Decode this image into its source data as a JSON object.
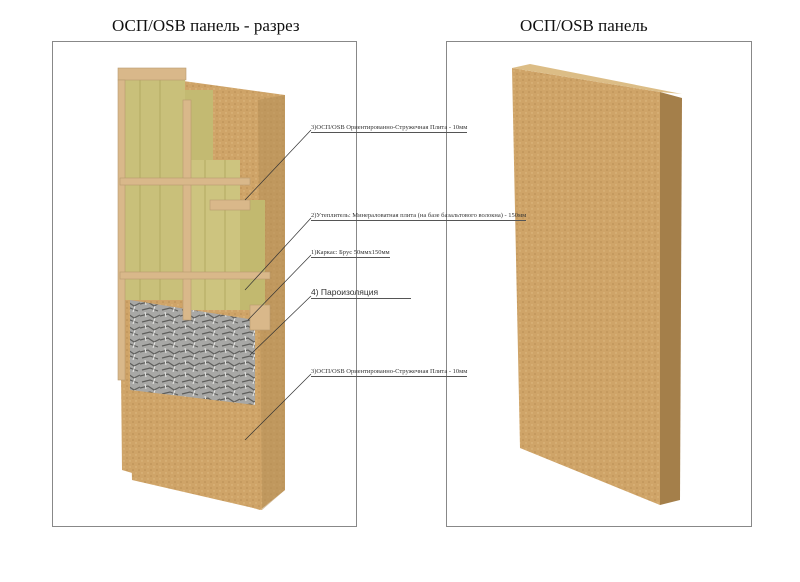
{
  "titles": {
    "left": "ОСП/OSB панель - разрез",
    "right": "ОСП/OSB панель"
  },
  "labels": [
    "3)ОСП/OSB Ориентированно-Стружечная Плита - 10мм",
    "2)Утеплитель: Минераловатная плита (на базе базальтового волокна) - 150мм",
    "1)Каркас: Брус 50ммх150мм",
    "4) Пароизоляция",
    "3)ОСП/OSB Ориентированно-Стружечная Плита - 10мм"
  ],
  "colors": {
    "osb": "#cfa468",
    "insulation": "#c9c07a",
    "frame_wood": "#d9b88a",
    "vapor_barrier": "#9a9a98"
  }
}
